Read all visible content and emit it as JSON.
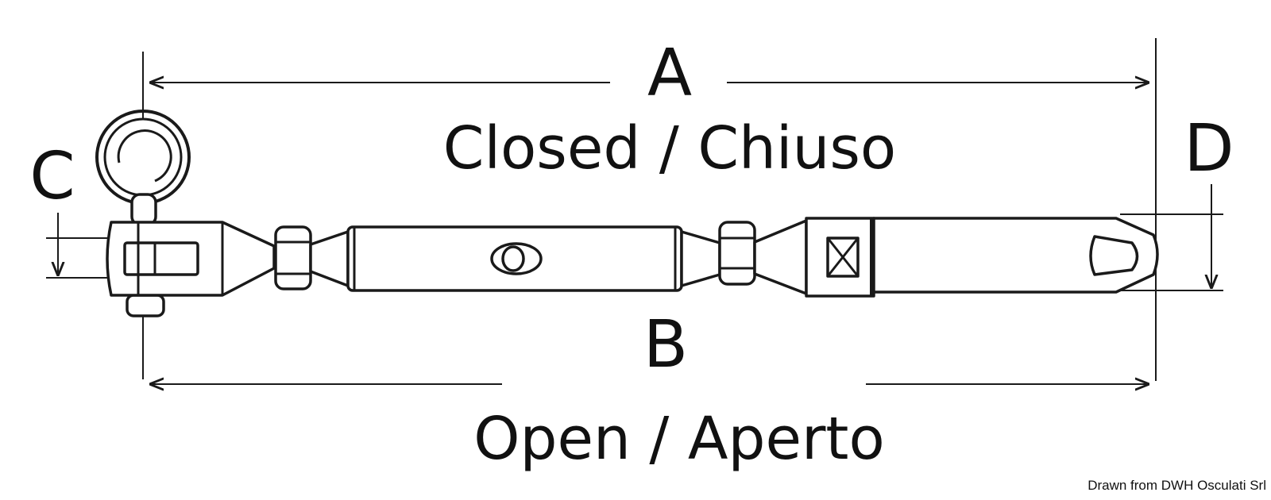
{
  "labels": {
    "a": "A",
    "b": "B",
    "c": "C",
    "d": "D",
    "closed": "Closed / Chiuso",
    "open": "Open / Aperto"
  },
  "credit": "Drawn from DWH Osculati Srl",
  "colors": {
    "ink": "#1a1a1a",
    "background": "#ffffff"
  }
}
